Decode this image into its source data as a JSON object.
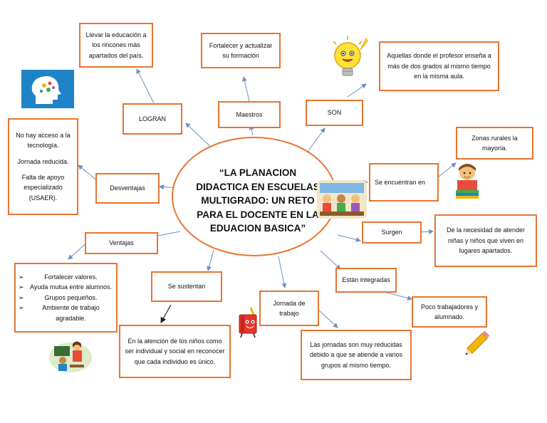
{
  "center": {
    "title": "“LA PLANACION DIDACTICA EN ESCUELAS MULTIGRADO: UN RETO PARA EL DOCENTE EN LA EDUACION BASICA”"
  },
  "nodes": {
    "logran": "LOGRAN",
    "logran_detail": "Llevar la educación a los rincones más apartados del país.",
    "maestros": "Maestros",
    "maestros_detail": "Fortalecer y actualizar su formación",
    "son": "SON",
    "son_detail": "Aquellas donde el profesor enseña a más de dos grados al mismo tiempo en la misma aula.",
    "encuentran": "Se  encuentran en",
    "encuentran_detail": "Zonas rurales la mayoría.",
    "surgen": "Surgen",
    "surgen_detail": "De la necesidad de atender niñas y niños que viven en lugares apartados.",
    "integradas": "Están integradas",
    "integradas_detail": "Poco trabajadores y alumnado.",
    "jornada": "Jornada de trabajo",
    "jornada_detail": "Las jornadas son muy reducidas debido a que se atiende a varios grupos al mismo tiempo.",
    "sustentan": "Se sustentan",
    "sustentan_detail": "En la atención de los niños como ser individual y social en reconocer que cada individuo es único.",
    "ventajas": "Ventajas",
    "ventajas_items": [
      "Fortalecer valores.",
      "Ayuda mutua entre alumnos.",
      "Grupos pequeños.",
      "Ambiente de trabajo agradable."
    ],
    "desventajas": "Desventajas",
    "desventajas_items": [
      "No hay acceso a la tecnología.",
      "Jornada reducida.",
      "Falta de apoyo especializado (USAER)."
    ]
  },
  "colors": {
    "border": "#e8742f",
    "arrow": "#6b8fc7"
  },
  "icons": [
    "head-gears-icon",
    "lightbulb-icon",
    "children-classroom-icon",
    "reading-boy-icon",
    "pencil-icon",
    "teacher-student-icon",
    "book-character-icon"
  ]
}
